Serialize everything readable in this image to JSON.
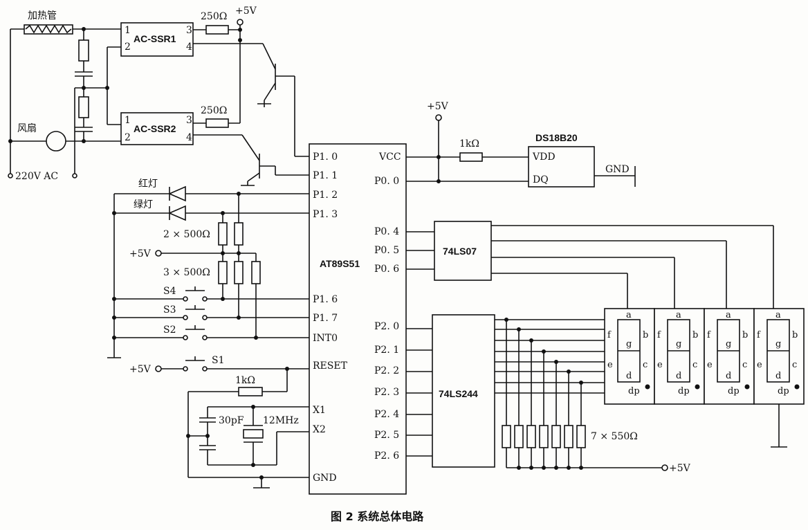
{
  "caption": "图 2  系统总体电路",
  "components": {
    "heater": "加热管",
    "fan": "风扇",
    "ac_supply": "220V AC",
    "ssr1": "AC-SSR1",
    "ssr2": "AC-SSR2",
    "ssr_pins": [
      "1",
      "2",
      "3",
      "4"
    ],
    "r_ssr": "250Ω",
    "vcc_label": "+5V",
    "mcu": "AT89S51",
    "mcu_left_pins": [
      "P1. 0",
      "P1. 1",
      "P1. 2",
      "P1. 3",
      "P1. 6",
      "P1. 7",
      "INT0",
      "RESET",
      "X1",
      "X2",
      "GND"
    ],
    "mcu_right_pins": [
      "VCC",
      "P0. 0",
      "P0. 4",
      "P0. 5",
      "P0. 6",
      "P2. 0",
      "P2. 1",
      "P2. 2",
      "P2. 3",
      "P2. 4",
      "P2. 5",
      "P2. 6"
    ],
    "red_led": "红灯",
    "green_led": "绿灯",
    "r_2x500": "2 × 500Ω",
    "r_3x500": "3 × 500Ω",
    "switches": [
      "S4",
      "S3",
      "S2",
      "S1"
    ],
    "r_1k": "1kΩ",
    "cap_30pf": "30pF",
    "crystal": "12MHz",
    "sensor": "DS18B20",
    "sensor_vdd": "VDD",
    "sensor_dq": "DQ",
    "gnd": "GND",
    "buf1": "74LS07",
    "buf2": "74LS244",
    "r_7x550": "7 × 550Ω",
    "segments": [
      "a",
      "b",
      "c",
      "d",
      "e",
      "f",
      "g",
      "dp"
    ]
  }
}
